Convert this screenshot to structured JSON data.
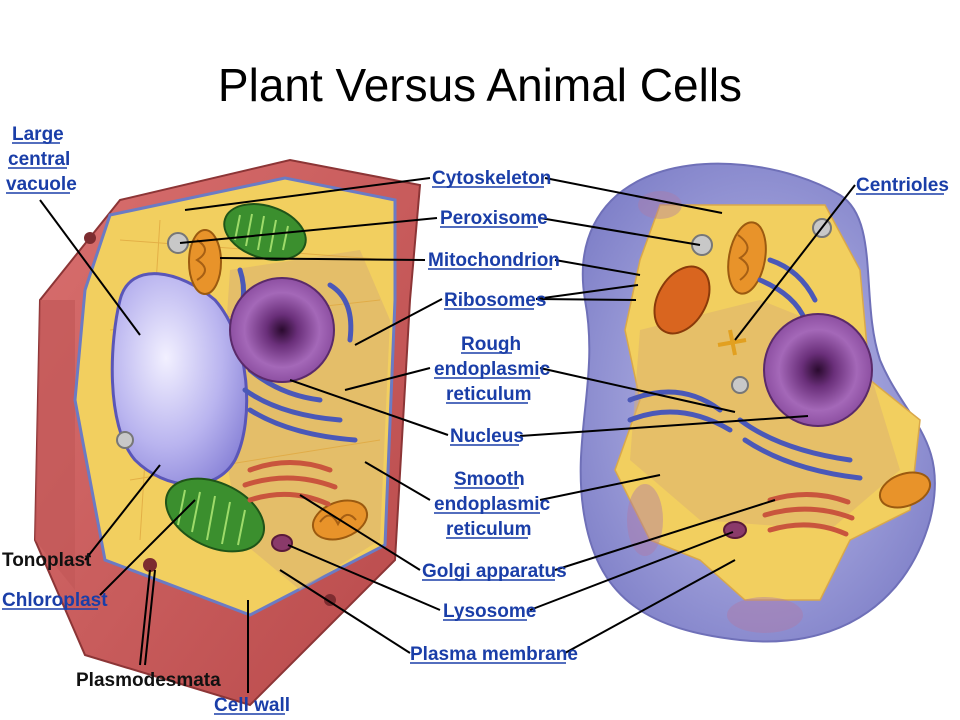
{
  "title": "Plant Versus Animal Cells",
  "labels": {
    "large": "Large",
    "central": "central",
    "vacuole": "vacuole",
    "cytoskeleton": "Cytoskeleton",
    "peroxisome": "Peroxisome",
    "mitochondrion": "Mitochondrion",
    "ribosomes": "Ribosomes",
    "rough": "Rough",
    "endoplasmic": "endoplasmic",
    "reticulum": "reticulum",
    "nucleus": "Nucleus",
    "smooth": "Smooth",
    "endoplasmic2": "endoplasmic",
    "reticulum2": "reticulum",
    "golgi": "Golgi apparatus",
    "lysosome": "Lysosome",
    "plasma_membrane": "Plasma membrane",
    "centrioles": "Centrioles",
    "tonoplast": "Tonoplast",
    "chloroplast": "Chloroplast",
    "plasmodesmata": "Plasmodesmata",
    "cell_wall": "Cell wall"
  }
}
